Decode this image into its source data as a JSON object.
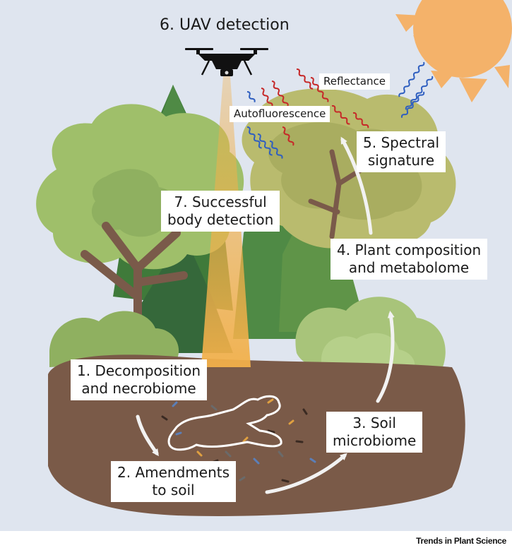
{
  "labels": {
    "uav": "6. UAV detection",
    "reflectance": "Reflectance",
    "autofluorescence": "Autofluorescence",
    "spectral": [
      "5. Spectral",
      "signature"
    ],
    "body_detection": [
      "7. Successful",
      "body detection"
    ],
    "plant": [
      "4. Plant composition",
      "and metabolome"
    ],
    "decomposition": [
      "1. Decomposition",
      "and necrobiome"
    ],
    "soil_microbiome": [
      "3. Soil",
      "microbiome"
    ],
    "amendments": [
      "2. Amendments",
      "to soil"
    ]
  },
  "credit": "Trends in Plant Science",
  "icons": [
    "drone-icon",
    "sun-icon",
    "body-outline-icon",
    "wave-icon",
    "arrow-icon"
  ],
  "colors": {
    "sky": "#dfe5ef",
    "soil": "#7a5a48",
    "sun": "#f4b26a",
    "beam": "#f2b04a",
    "reflect_wave": "#c62828",
    "fluor_wave": "#2f5fc0",
    "tree_light": "#9fbf6a",
    "tree_dark": "#3f7a3a",
    "trunk": "#7a5a4a"
  }
}
